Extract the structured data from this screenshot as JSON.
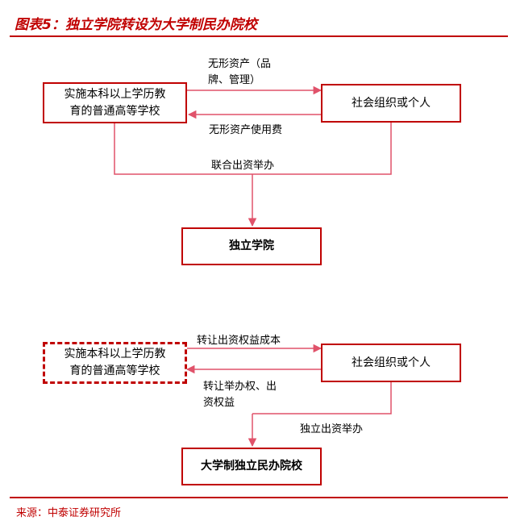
{
  "header": {
    "title": "图表5：独立学院转设为大学制民办院校"
  },
  "diagram1": {
    "school_box": {
      "line1": "实施本科以上学历教",
      "line2": "育的普通高等学校"
    },
    "social_box": "社会组织或个人",
    "result_box": "独立学院",
    "label_intangible": {
      "line1": "无形资产（品",
      "line2": "牌、管理）"
    },
    "label_fee": "无形资产使用费",
    "label_joint": "联合出资举办"
  },
  "diagram2": {
    "school_box": {
      "line1": "实施本科以上学历教",
      "line2": "育的普通高等学校"
    },
    "social_box": "社会组织或个人",
    "result_box": "大学制独立民办院校",
    "label_transfer_cost": "转让出资权益成本",
    "label_transfer_rights": {
      "line1": "转让举办权、出",
      "line2": "资权益"
    },
    "label_solo": "独立出资举办"
  },
  "footer": {
    "source": "来源：中泰证券研究所"
  },
  "colors": {
    "accent": "#c00000",
    "line": "#e0526a"
  }
}
